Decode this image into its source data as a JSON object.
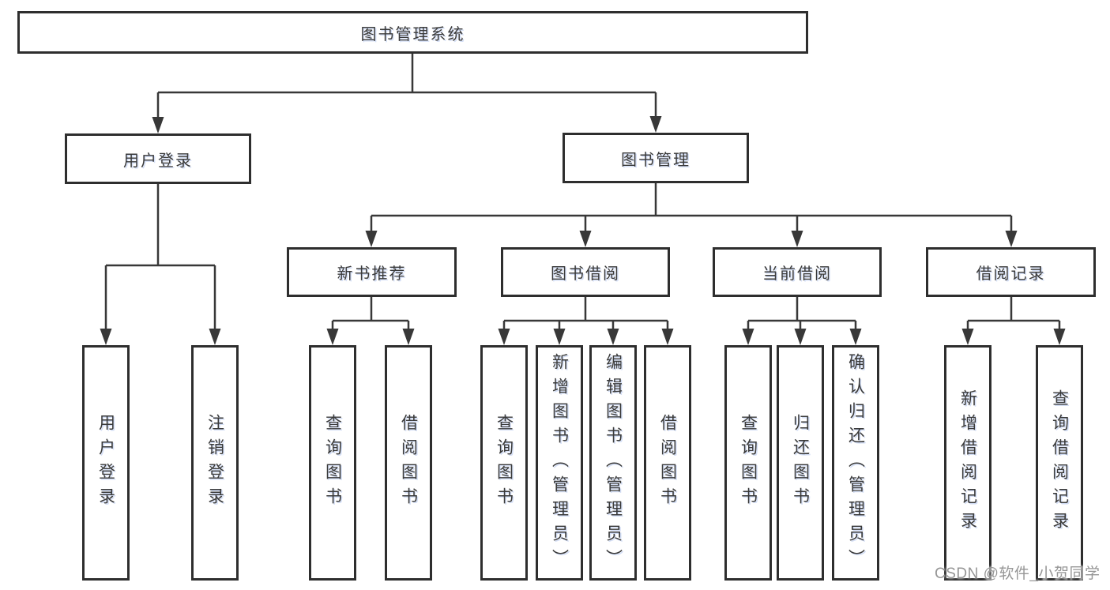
{
  "colors": {
    "line": "#383838",
    "box_border": "#2e2e2e",
    "text": "#3a3a3a",
    "background": "#ffffff",
    "watermark": "#969696"
  },
  "watermark": {
    "text": "CSDN @软件_小贺同学"
  },
  "diagram": {
    "root": {
      "label": "图书管理系统"
    },
    "level2": [
      {
        "label": "用户登录"
      },
      {
        "label": "图书管理"
      }
    ],
    "level3": [
      {
        "label": "新书推荐"
      },
      {
        "label": "图书借阅"
      },
      {
        "label": "当前借阅"
      },
      {
        "label": "借阅记录"
      }
    ],
    "leaves": {
      "user_login": [
        {
          "label": "用户登录"
        },
        {
          "label": "注销登录"
        }
      ],
      "new_book": [
        {
          "label": "查询图书"
        },
        {
          "label": "借阅图书"
        }
      ],
      "book_borrow": [
        {
          "label": "查询图书"
        },
        {
          "label": "新增图书（管理员）"
        },
        {
          "label": "编辑图书（管理员）"
        },
        {
          "label": "借阅图书"
        }
      ],
      "current_borrow": [
        {
          "label": "查询图书"
        },
        {
          "label": "归还图书"
        },
        {
          "label": "确认归还（管理员）"
        }
      ],
      "borrow_record": [
        {
          "label": "新增借阅记录"
        },
        {
          "label": "查询借阅记录"
        }
      ]
    }
  }
}
